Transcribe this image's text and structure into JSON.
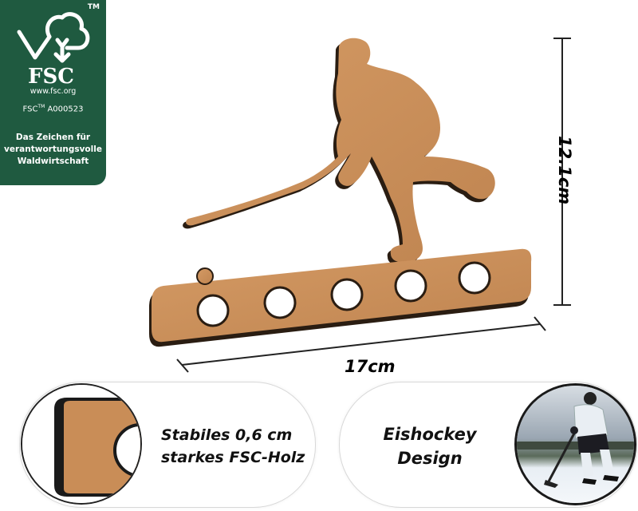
{
  "fsc": {
    "brand": "FSC",
    "trademark": "TM",
    "url": "www.fsc.org",
    "code_prefix": "FSC",
    "code_tm": "TM",
    "code_number": "A000523",
    "caption_line1": "Das Zeichen für",
    "caption_line2": "verantwortungsvolle",
    "caption_line3": "Waldwirtschaft",
    "color": "#1f5a40"
  },
  "dimensions": {
    "height": "12.1cm",
    "width": "17cm"
  },
  "features": [
    {
      "line1": "Stabiles 0,6 cm",
      "line2": "starkes FSC-Holz"
    },
    {
      "line1": "Eishockey",
      "line2": "Design"
    }
  ],
  "colors": {
    "wood": "#c98d57",
    "wood_edge": "#3a2a1e"
  }
}
